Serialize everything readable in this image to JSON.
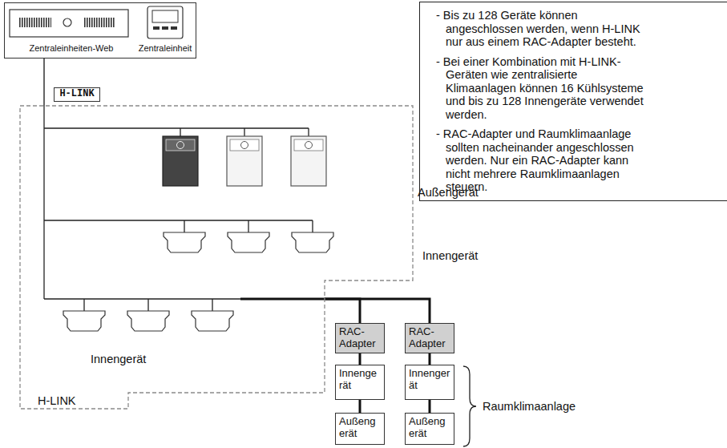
{
  "diagram": {
    "nodes": [
      {
        "text": [
          "Zentraleinheiten-Web",
          "Zentraleinheit"
        ]
      },
      {
        "text": [
          "H-LINK"
        ]
      },
      {
        "text": [
          "H-LINK"
        ]
      },
      {
        "text": [
          "- Bis zu 128 Geräte können angeschlossen werden, wenn H-LINK nur aus einem RAC-Adapter besteht.",
          "- Bei einer Kombination mit H-LINK-Geräten wie zentralisierte Klimaanlagen können 16 Kühlsysteme und bis zu 128 Innengeräte verwendet werden.",
          "- RAC-Adapter und Raumklimaanlage sollten nacheinander angeschlossen werden. Nur ein RAC-Adapter kann nicht mehrere Raumklimaanlagen steuern."
        ]
      },
      {
        "text": [
          "RAC- Adapter"
        ]
      },
      {
        "text": [
          "RAC- Adapter"
        ]
      },
      {
        "text": [
          "Innenge rät"
        ]
      },
      {
        "text": [
          "Innenger ät"
        ]
      },
      {
        "text": [
          "Außeng erät"
        ]
      },
      {
        "text": [
          "Außeng erät"
        ]
      }
    ],
    "edges": [
      {
        "from": 0,
        "to": 2,
        "arrow": "none"
      },
      {
        "from": 2,
        "to": 4,
        "arrow": "none"
      },
      {
        "from": 2,
        "to": 5,
        "arrow": "none"
      },
      {
        "from": 4,
        "to": 6,
        "arrow": "none"
      },
      {
        "from": 5,
        "to": 7,
        "arrow": "none"
      },
      {
        "from": 6,
        "to": 8,
        "arrow": "none"
      },
      {
        "from": 7,
        "to": 9,
        "arrow": "none"
      }
    ],
    "labels": [
      "Außengerät",
      "Innengerät",
      "Innengerät",
      "Raumklimaanlage"
    ]
  }
}
